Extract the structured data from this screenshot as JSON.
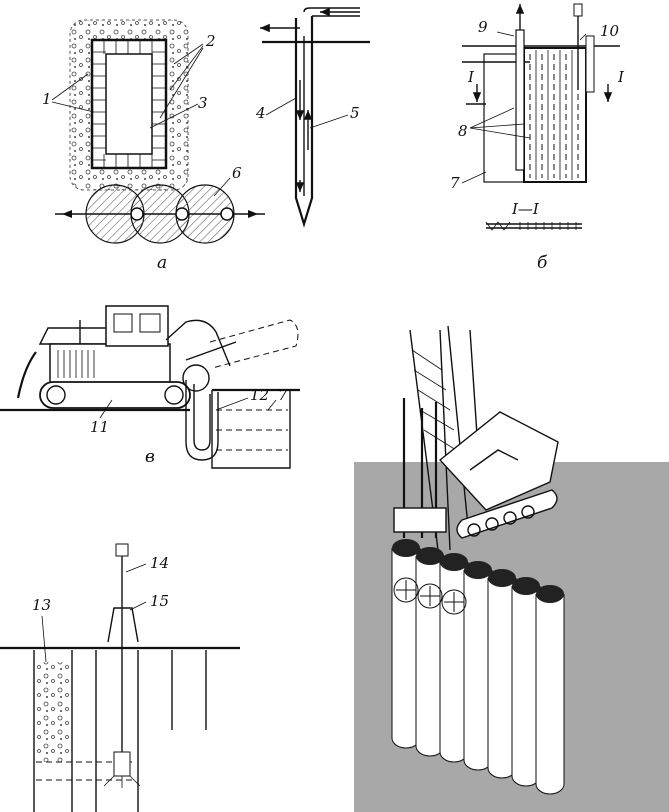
{
  "labels": {
    "n1": "1",
    "n2": "2",
    "n3": "3",
    "n4": "4",
    "n5": "5",
    "n6": "6",
    "n7a": "7",
    "n7b": "7",
    "n8": "8",
    "n9": "9",
    "n10": "10",
    "n11": "11",
    "n12": "12",
    "n13": "13",
    "n14": "14",
    "n15": "15",
    "section_mark_left": "I",
    "section_mark_right": "I",
    "section_title": "I—I"
  },
  "captions": {
    "a": "а",
    "b": "б",
    "c": "в"
  },
  "colors": {
    "ink": "#111111",
    "hatch": "#777777",
    "ground": "#a8a8a8",
    "ground_dark": "#8f8f8f",
    "paper": "#ffffff"
  }
}
